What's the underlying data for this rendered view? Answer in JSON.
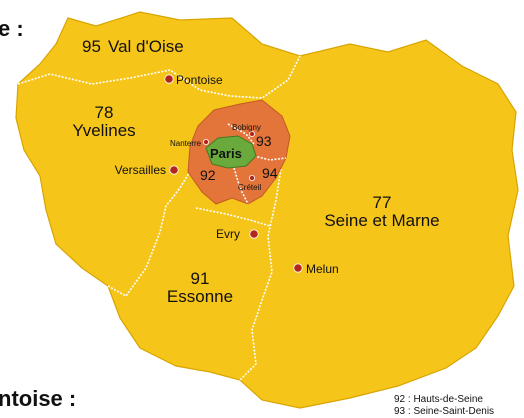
{
  "colors": {
    "region_fill": "#f6c51a",
    "inner_ring_fill": "#e3743a",
    "paris_fill": "#6aaa3c",
    "city_dot": "#b3261e",
    "text": "#111111"
  },
  "headings": {
    "top_left": "e :",
    "bottom_left": "ntoise :"
  },
  "departments": {
    "d95": {
      "number": "95",
      "name": "Val d'Oise"
    },
    "d78": {
      "number": "78",
      "name": "Yvelines"
    },
    "d77": {
      "number": "77",
      "name": "Seine et Marne"
    },
    "d91": {
      "number": "91",
      "name": "Essonne"
    },
    "d93": {
      "number": "93"
    },
    "d92": {
      "number": "92"
    },
    "d94": {
      "number": "94"
    },
    "d75": {
      "name": "Paris"
    }
  },
  "cities": {
    "pontoise": "Pontoise",
    "versailles": "Versailles",
    "nanterre": "Nanterre",
    "bobigny": "Bobigny",
    "creteil": "Créteil",
    "evry": "Evry",
    "melun": "Melun"
  },
  "footnote": {
    "line1": "92 : Hauts-de-Seine",
    "line2": "93 : Seine-Saint-Denis"
  }
}
